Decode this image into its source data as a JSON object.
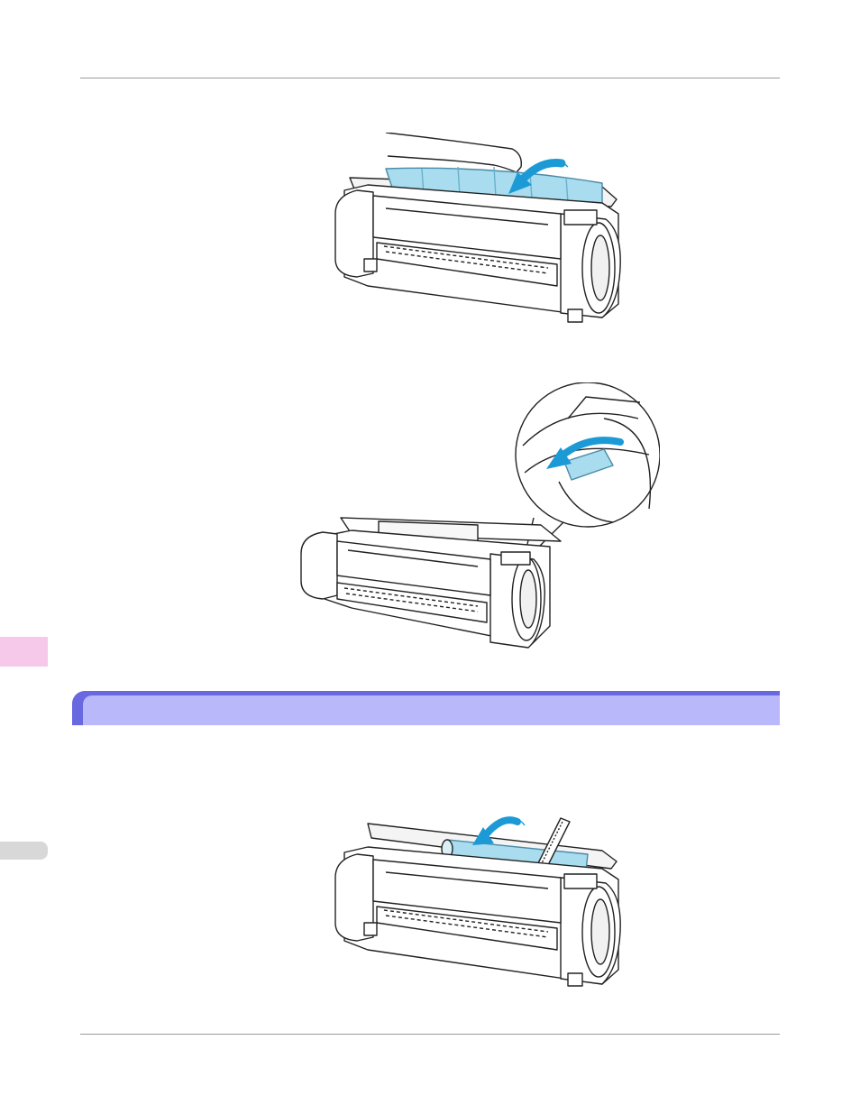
{
  "page": {
    "section_title": "",
    "figures": [
      {
        "icon": "printer-top-cover-close-illustration"
      },
      {
        "icon": "printer-lever-detail-illustration"
      },
      {
        "icon": "printer-roll-holder-illustration"
      }
    ]
  },
  "colors": {
    "accent_dark": "#6868e0",
    "accent_light": "#b8b8fb",
    "tab_pink": "#f6c8ea",
    "tab_gray": "#d8d8d8",
    "media_blue": "#a8dcee",
    "arrow_blue": "#1c9ad6"
  }
}
